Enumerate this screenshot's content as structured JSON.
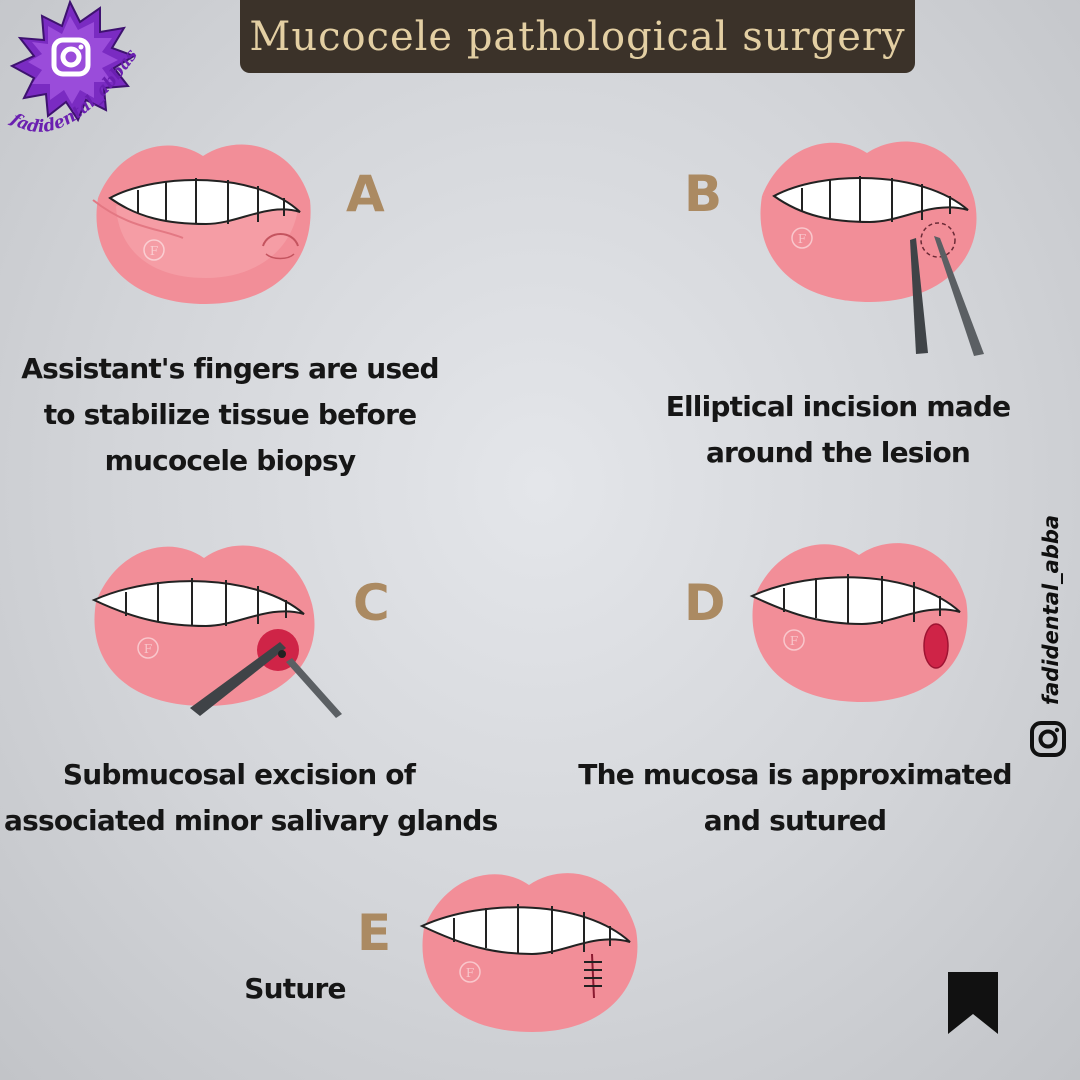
{
  "title": "Mucocele pathological surgery",
  "handle_top": "fadidental_abbas",
  "handle_side": "fadidental_abbas",
  "watermark_letter": "F",
  "steps": [
    {
      "letter": "A",
      "lines": [
        "Assistant's fingers are used",
        "to stabilize tissue before",
        "mucocele biopsy"
      ]
    },
    {
      "letter": "B",
      "lines": [
        "Elliptical incision made",
        "around the lesion"
      ]
    },
    {
      "letter": "C",
      "lines": [
        "Submucosal excision of",
        "associated minor salivary glands"
      ]
    },
    {
      "letter": "D",
      "lines": [
        "The mucosa is approximated",
        "and sutured"
      ]
    },
    {
      "letter": "E",
      "lines": [
        "Suture"
      ]
    }
  ],
  "colors": {
    "title_bg": "#3b3229",
    "title_text": "#e3cfa3",
    "letter": "#ab8a62",
    "lip": "#f28e98",
    "lip_light": "#f6a6ae",
    "lesion": "#cf2447",
    "instrument": "#3f4347",
    "brand_purple": "#7a2bc2"
  }
}
